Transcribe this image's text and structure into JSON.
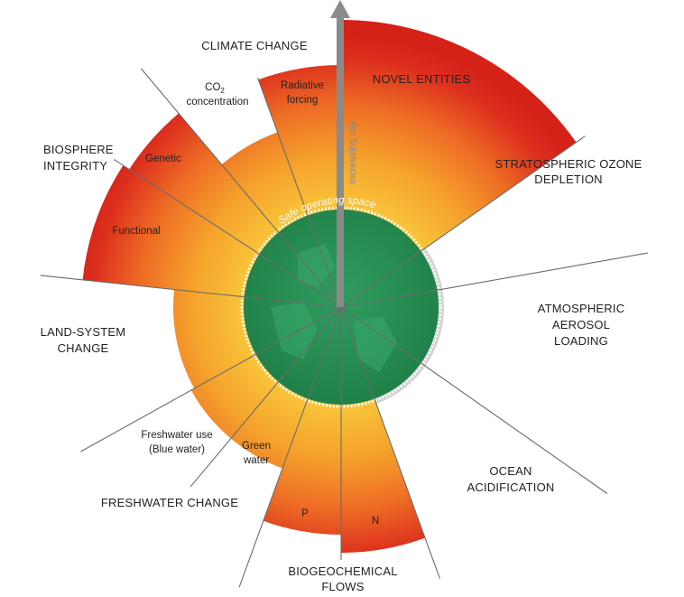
{
  "colors": {
    "safe_zone": "#2e9a5e",
    "safe_zone_dark": "#1f7d47",
    "risk_low": "#f6b52e",
    "risk_mid": "#f08a2a",
    "risk_high": "#d9261c",
    "earth_grey": "#c9c9c9",
    "arrow_grey": "#7d7d7d"
  },
  "labels": {
    "climate_change": "CLIMATE CHANGE",
    "co2_line1": "CO",
    "co2_sub": "2",
    "co2_line2": "concentration",
    "radiative_line1": "Radiative",
    "radiative_line2": "forcing",
    "novel_entities": "NOVEL ENTITIES",
    "ozone_line1": "STRATOSPHERIC OZONE",
    "ozone_line2": "DEPLETION",
    "aerosol_line1": "ATMOSPHERIC",
    "aerosol_line2": "AEROSOL",
    "aerosol_line3": "LOADING",
    "ocean_line1": "OCEAN",
    "ocean_line2": "ACIDIFICATION",
    "biogeo_line1": "BIOGEOCHEMICAL",
    "biogeo_line2": "FLOWS",
    "p": "P",
    "n": "N",
    "freshwater_change": "FRESHWATER CHANGE",
    "green_line1": "Green",
    "green_line2": "water",
    "blue_line1": "Freshwater use",
    "blue_line2": "(Blue water)",
    "land_line1": "LAND-SYSTEM",
    "land_line2": "CHANGE",
    "biosphere_line1": "BIOSPHERE",
    "biosphere_line2": "INTEGRITY",
    "genetic": "Genetic",
    "functional": "Functional",
    "increasing_risk": "Increasing risk",
    "safe_operating_space": "Safe operating space"
  },
  "boundaries": [
    {
      "name": "Novel entities",
      "status": "high"
    },
    {
      "name": "Stratospheric ozone depletion",
      "status": "safe"
    },
    {
      "name": "Atmospheric aerosol loading",
      "status": "safe"
    },
    {
      "name": "Ocean acidification",
      "status": "safe"
    },
    {
      "name": "Biogeochemical flows - N",
      "status": "high"
    },
    {
      "name": "Biogeochemical flows - P",
      "status": "high"
    },
    {
      "name": "Green water",
      "status": "increasing"
    },
    {
      "name": "Freshwater use (Blue water)",
      "status": "increasing"
    },
    {
      "name": "Land-system change",
      "status": "increasing"
    },
    {
      "name": "Biosphere integrity - Functional",
      "status": "high"
    },
    {
      "name": "Biosphere integrity - Genetic",
      "status": "high"
    },
    {
      "name": "CO2 concentration",
      "status": "increasing"
    },
    {
      "name": "Radiative forcing",
      "status": "high"
    }
  ]
}
